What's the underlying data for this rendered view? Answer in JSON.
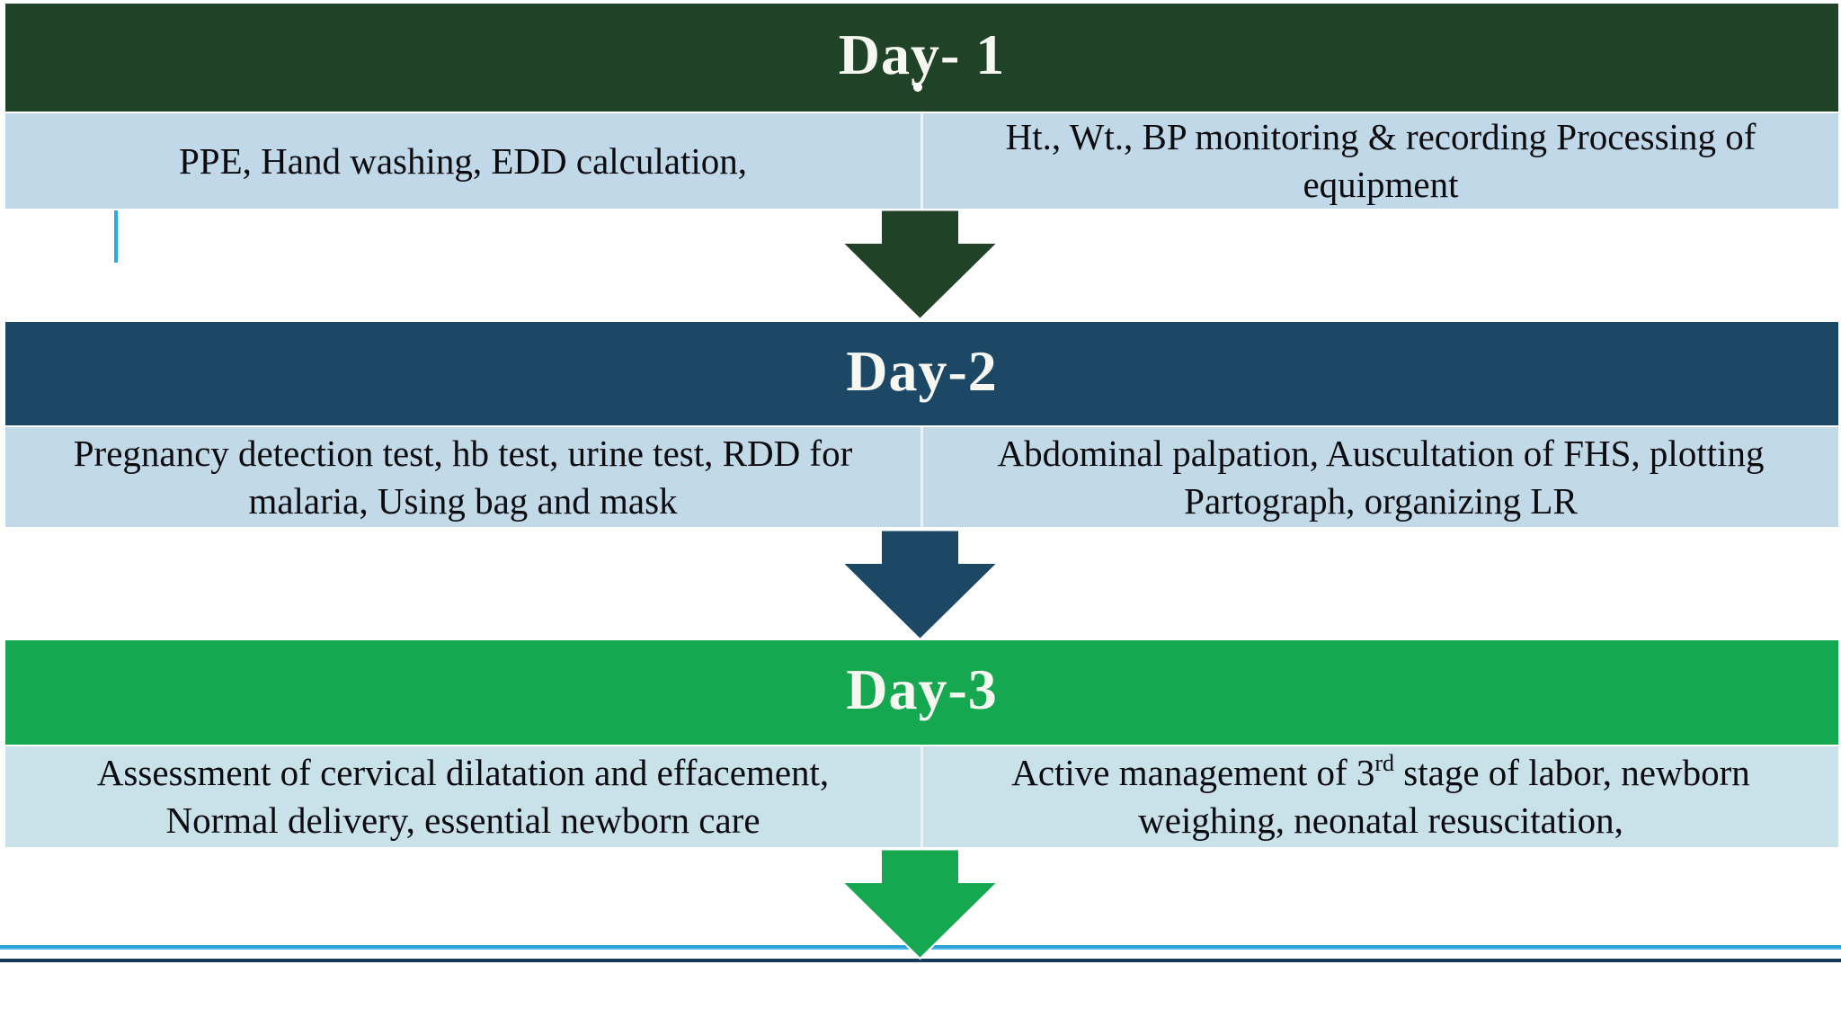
{
  "diagram": {
    "day1": {
      "title": "Day- 1",
      "left": {
        "l1": "PPE, Hand washing, EDD calculation,"
      },
      "right": {
        "l1": "Ht., Wt., BP monitoring & recording Processing of",
        "l2": "equipment"
      }
    },
    "day2": {
      "title": "Day-2",
      "left": {
        "l1": "Pregnancy detection test, hb test, urine test, RDD for",
        "l2": "malaria, Using bag and mask"
      },
      "right": {
        "l1": "Abdominal palpation, Auscultation of FHS, plotting",
        "l2": "Partograph, organizing LR"
      }
    },
    "day3": {
      "title": "Day-3",
      "left": {
        "l1": "Assessment of cervical dilatation and effacement,",
        "l2": "Normal delivery, essential newborn care"
      },
      "right_line1": {
        "pre": "Active management of 3",
        "sup": "rd",
        "post": " stage of labor, newborn"
      },
      "right_line2": "weighing, neonatal resuscitation,"
    },
    "colors": {
      "day1_header": "#204327",
      "day2_header": "#1C4866",
      "day3_header": "#16A850",
      "row_fill_day1": "#C0D8E8",
      "row_fill_day2": "#C2D9E7",
      "row_fill_day3": "#C9E1E8",
      "arrow_day1": "#204327",
      "arrow_day2": "#1C4866",
      "arrow_day3": "#16A850",
      "bottom_line_azure": "#2BA2DB",
      "bottom_line_navy": "#16395B",
      "cursor_blue": "#29ABE2",
      "title_text": "#F7F7F1",
      "body_text": "#0B0B10"
    }
  }
}
